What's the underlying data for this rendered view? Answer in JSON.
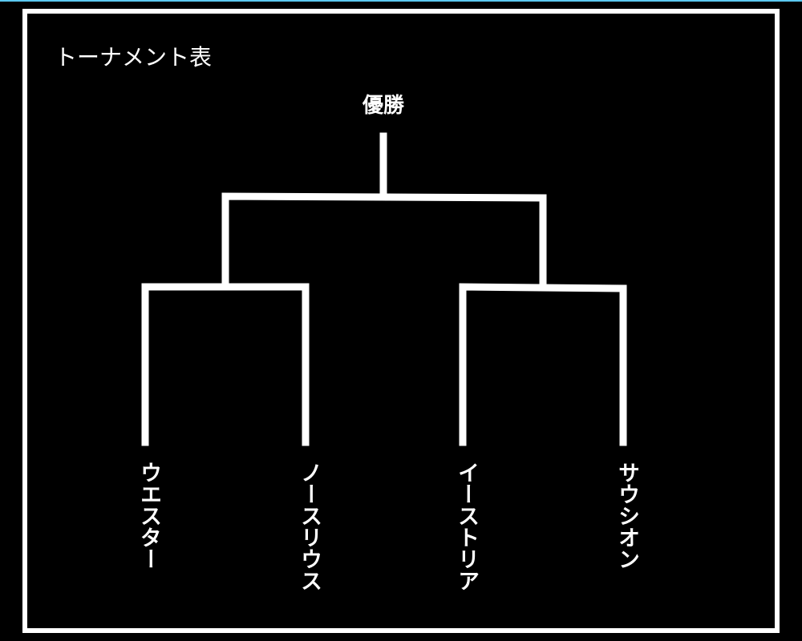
{
  "title": "トーナメント表",
  "champion_label": "優勝",
  "teams": [
    "ウエスター",
    "ノースリウス",
    "イーストリア",
    "サウシオン"
  ],
  "colors": {
    "background": "#000000",
    "lines": "#ffffff",
    "accent_top": "#5bc8f0"
  }
}
